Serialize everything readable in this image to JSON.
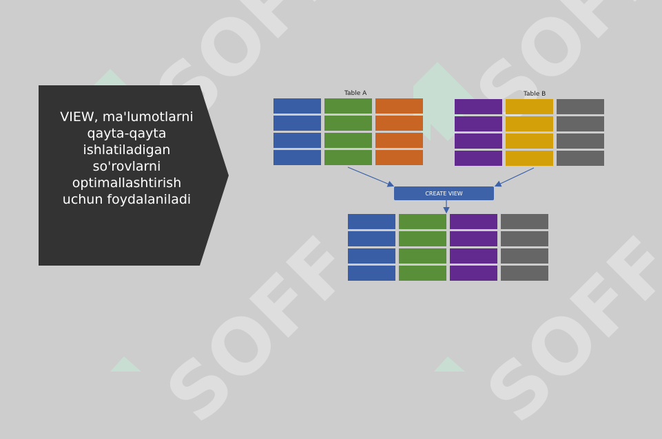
{
  "callout": {
    "text": "VIEW, ma'lumotlarni qayta-qayta ishlatiladigan so'rovlarni optimallashtirish uchun foydalaniladi"
  },
  "watermark": {
    "text": "SOFF"
  },
  "diagram": {
    "table_a_label": "Table A",
    "table_b_label": "Table B",
    "create_view_label": "CREATE VIEW",
    "colors": {
      "blue": "#3a5ea6",
      "green": "#5a8f3a",
      "orange": "#c86424",
      "purple": "#622a8f",
      "yellow": "#d4a00a",
      "gray": "#666666",
      "button": "#3d62a8",
      "callout_bg": "#333333"
    },
    "table_a_columns": [
      "blue",
      "green",
      "orange"
    ],
    "table_b_columns": [
      "purple",
      "yellow",
      "gray"
    ],
    "result_columns": [
      "blue",
      "green",
      "purple",
      "gray"
    ],
    "rows_per_table": 4
  }
}
